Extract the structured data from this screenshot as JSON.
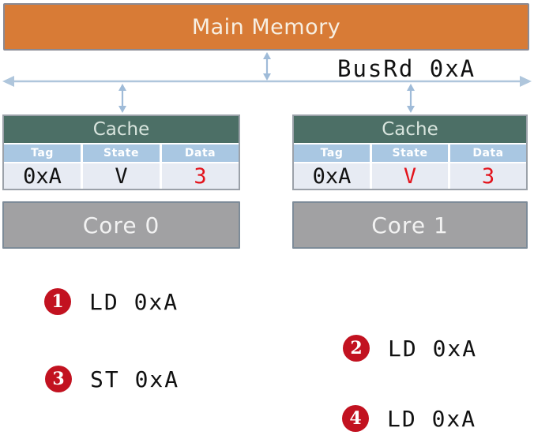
{
  "memory": {
    "label": "Main Memory"
  },
  "bus": {
    "label": "BusRd 0xA",
    "icon": "double-headed-horizontal-arrow",
    "connector_icon": "double-headed-vertical-arrow"
  },
  "caches": [
    {
      "title": "Cache",
      "columns": [
        "Tag",
        "State",
        "Data"
      ],
      "row": {
        "tag": "0xA",
        "state": "V",
        "data": "3"
      },
      "state_color": "#111111",
      "data_color": "#E3131B",
      "core": "Core 0"
    },
    {
      "title": "Cache",
      "columns": [
        "Tag",
        "State",
        "Data"
      ],
      "row": {
        "tag": "0xA",
        "state": "V",
        "data": "3"
      },
      "state_color": "#E3131B",
      "data_color": "#E3131B",
      "core": "Core 1"
    }
  ],
  "operations": [
    {
      "num": "1",
      "label": "LD 0xA",
      "side": "left"
    },
    {
      "num": "2",
      "label": "LD 0xA",
      "side": "right"
    },
    {
      "num": "3",
      "label": "ST 0xA",
      "side": "left"
    },
    {
      "num": "4",
      "label": "LD 0xA",
      "side": "right"
    }
  ],
  "colors": {
    "memory_fill": "#D87B36",
    "memory_border": "#8A8A94",
    "memory_text": "#F7EFE2",
    "cache_header_fill": "#4C6F66",
    "cache_header_text": "#D9E5DE",
    "cache_border": "#9BA1A9",
    "column_header_fill": "#A9C7E2",
    "column_header_text": "#FFFFFF",
    "data_row_fill": "#E7EBF3",
    "core_fill": "#A1A1A3",
    "core_border": "#7D8B98",
    "core_text": "#F2F2F2",
    "bus_arrow": "#AFC6DC",
    "connector_arrow": "#9FBBD8",
    "text_black": "#111111",
    "value_red": "#E3131B",
    "badge_fill": "#C21220",
    "badge_text": "#FFFFFF"
  }
}
